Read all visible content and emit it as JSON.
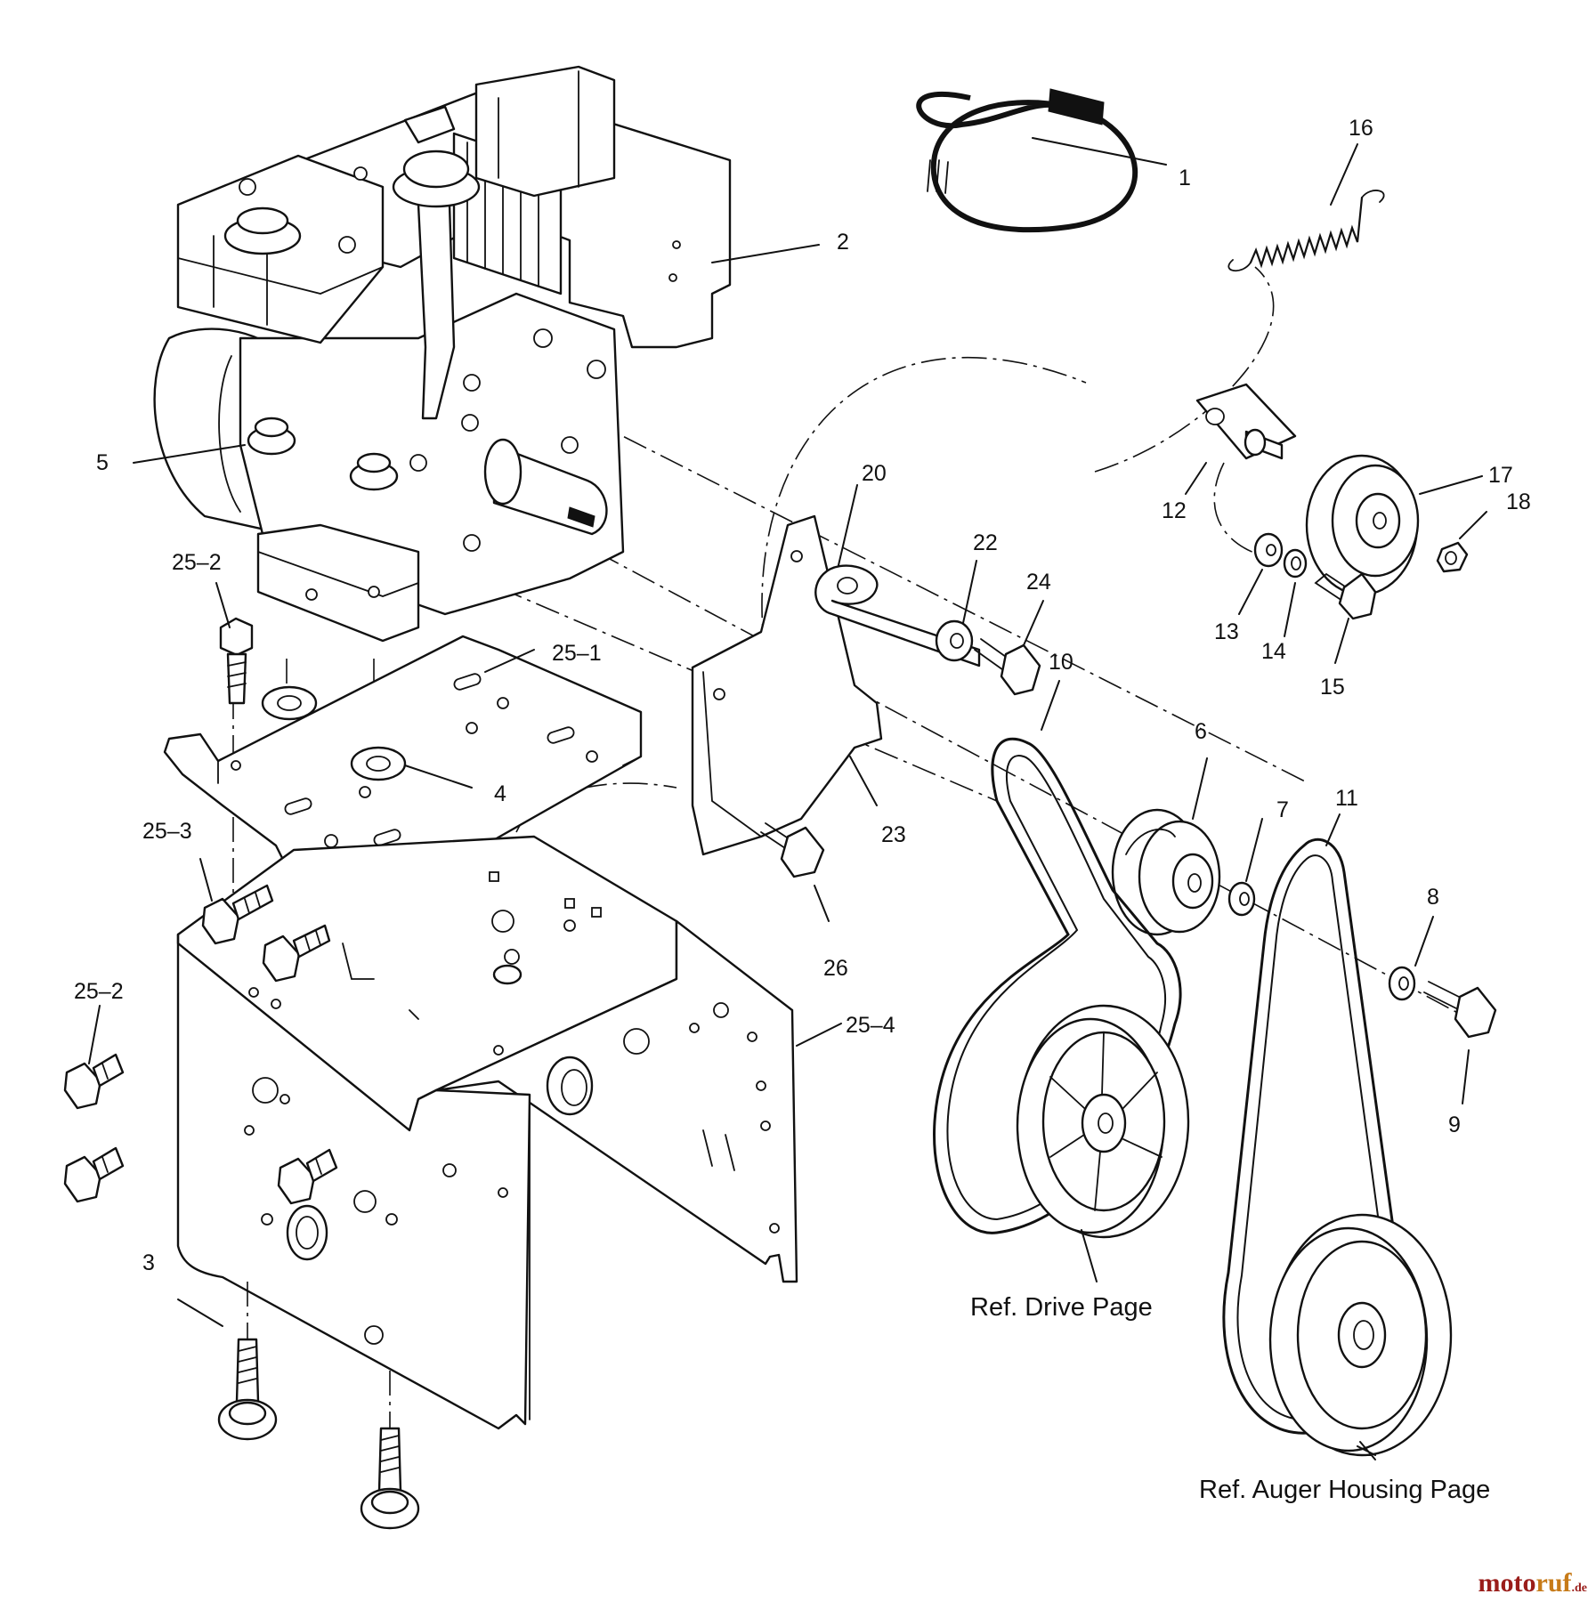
{
  "labels": {
    "p1": "1",
    "p2": "2",
    "p3": "3",
    "p4": "4",
    "p5": "5",
    "p6": "6",
    "p7": "7",
    "p8": "8",
    "p9": "9",
    "p10": "10",
    "p11": "11",
    "p12": "12",
    "p13": "13",
    "p14": "14",
    "p15": "15",
    "p16": "16",
    "p17": "17",
    "p18": "18",
    "p20": "20",
    "p22": "22",
    "p23": "23",
    "p24": "24",
    "p26": "26",
    "p25_1": "25–1",
    "p25_2a": "25–2",
    "p25_2b": "25–2",
    "p25_3": "25–3",
    "p25_4": "25–4"
  },
  "references": {
    "drive": "Ref. Drive Page",
    "auger": "Ref. Auger Housing Page"
  },
  "watermark": {
    "part1": "moto",
    "part2": "ruf",
    "part3": ".de"
  },
  "colors": {
    "line": "#111111",
    "background": "#ffffff",
    "watermark_red": "#9a1d1a",
    "watermark_orange": "#c77b19"
  }
}
